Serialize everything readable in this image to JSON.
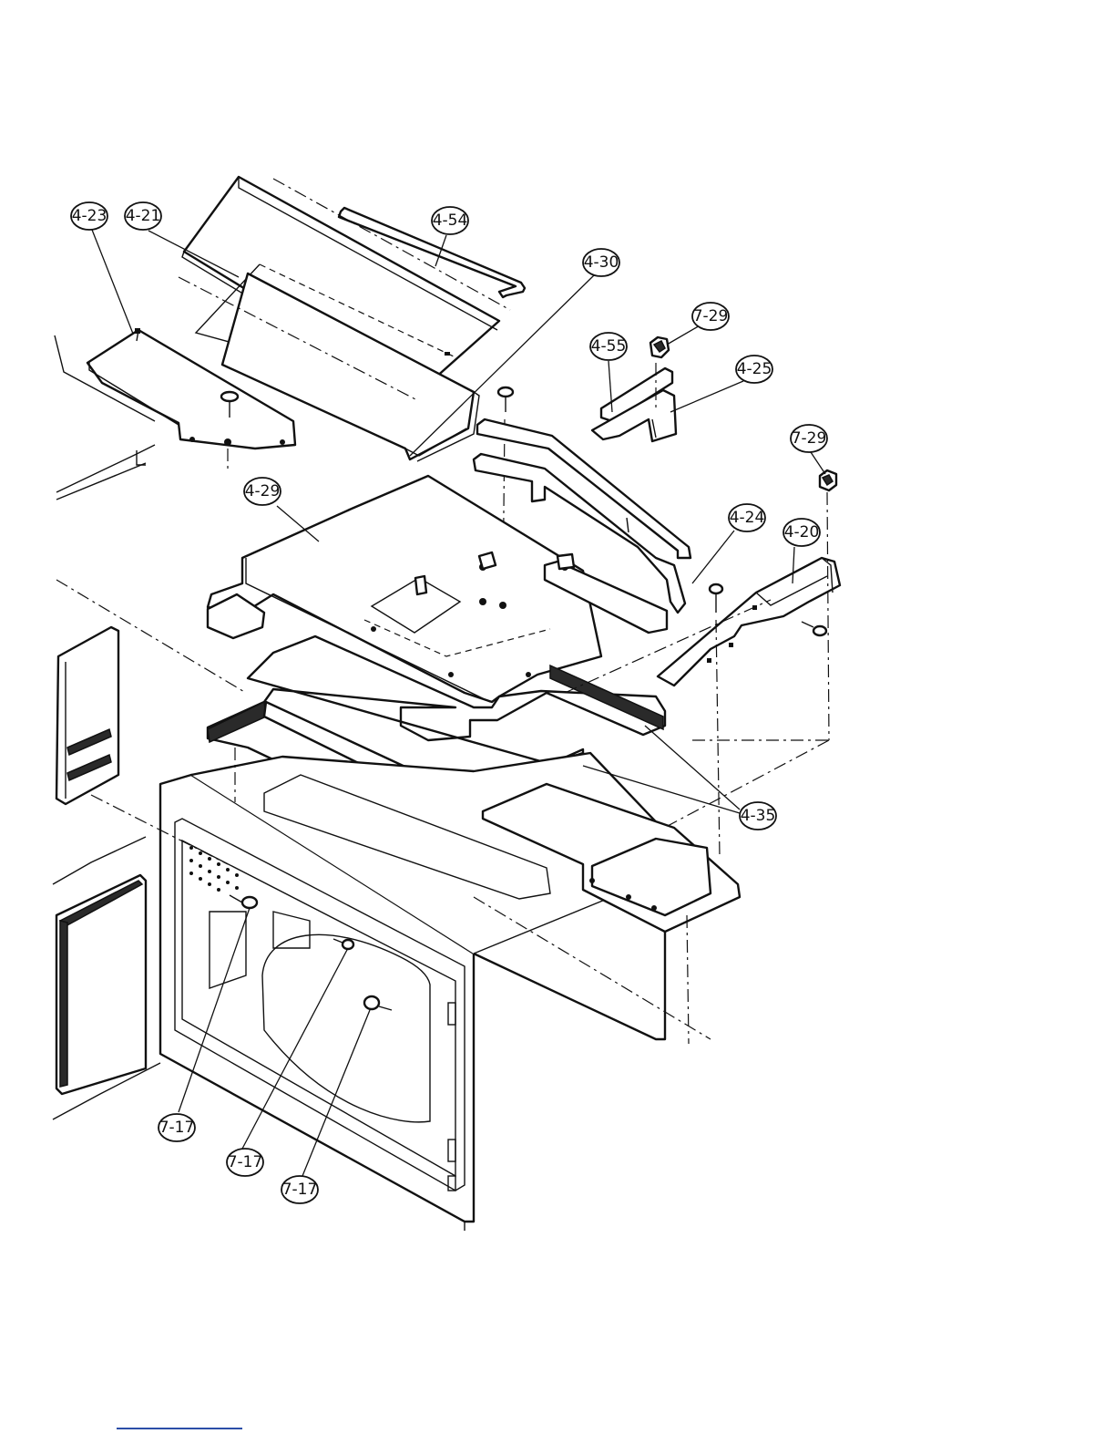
{
  "diagram": {
    "callouts": [
      {
        "id": "c-4-23",
        "label": "4-23"
      },
      {
        "id": "c-4-21",
        "label": "4-21"
      },
      {
        "id": "c-4-54",
        "label": "4-54"
      },
      {
        "id": "c-4-30",
        "label": "4-30"
      },
      {
        "id": "c-7-29a",
        "label": "7-29"
      },
      {
        "id": "c-4-55",
        "label": "4-55"
      },
      {
        "id": "c-4-25",
        "label": "4-25"
      },
      {
        "id": "c-7-29b",
        "label": "7-29"
      },
      {
        "id": "c-4-29",
        "label": "4-29"
      },
      {
        "id": "c-4-24",
        "label": "4-24"
      },
      {
        "id": "c-4-20",
        "label": "4-20"
      },
      {
        "id": "c-4-35",
        "label": "4-35"
      },
      {
        "id": "c-7-17a",
        "label": "7-17"
      },
      {
        "id": "c-7-17b",
        "label": "7-17"
      },
      {
        "id": "c-7-17c",
        "label": "7-17"
      }
    ]
  },
  "colors": {
    "ink": "#111111",
    "paper": "#ffffff",
    "footer_rule": "#2b4ea8"
  }
}
